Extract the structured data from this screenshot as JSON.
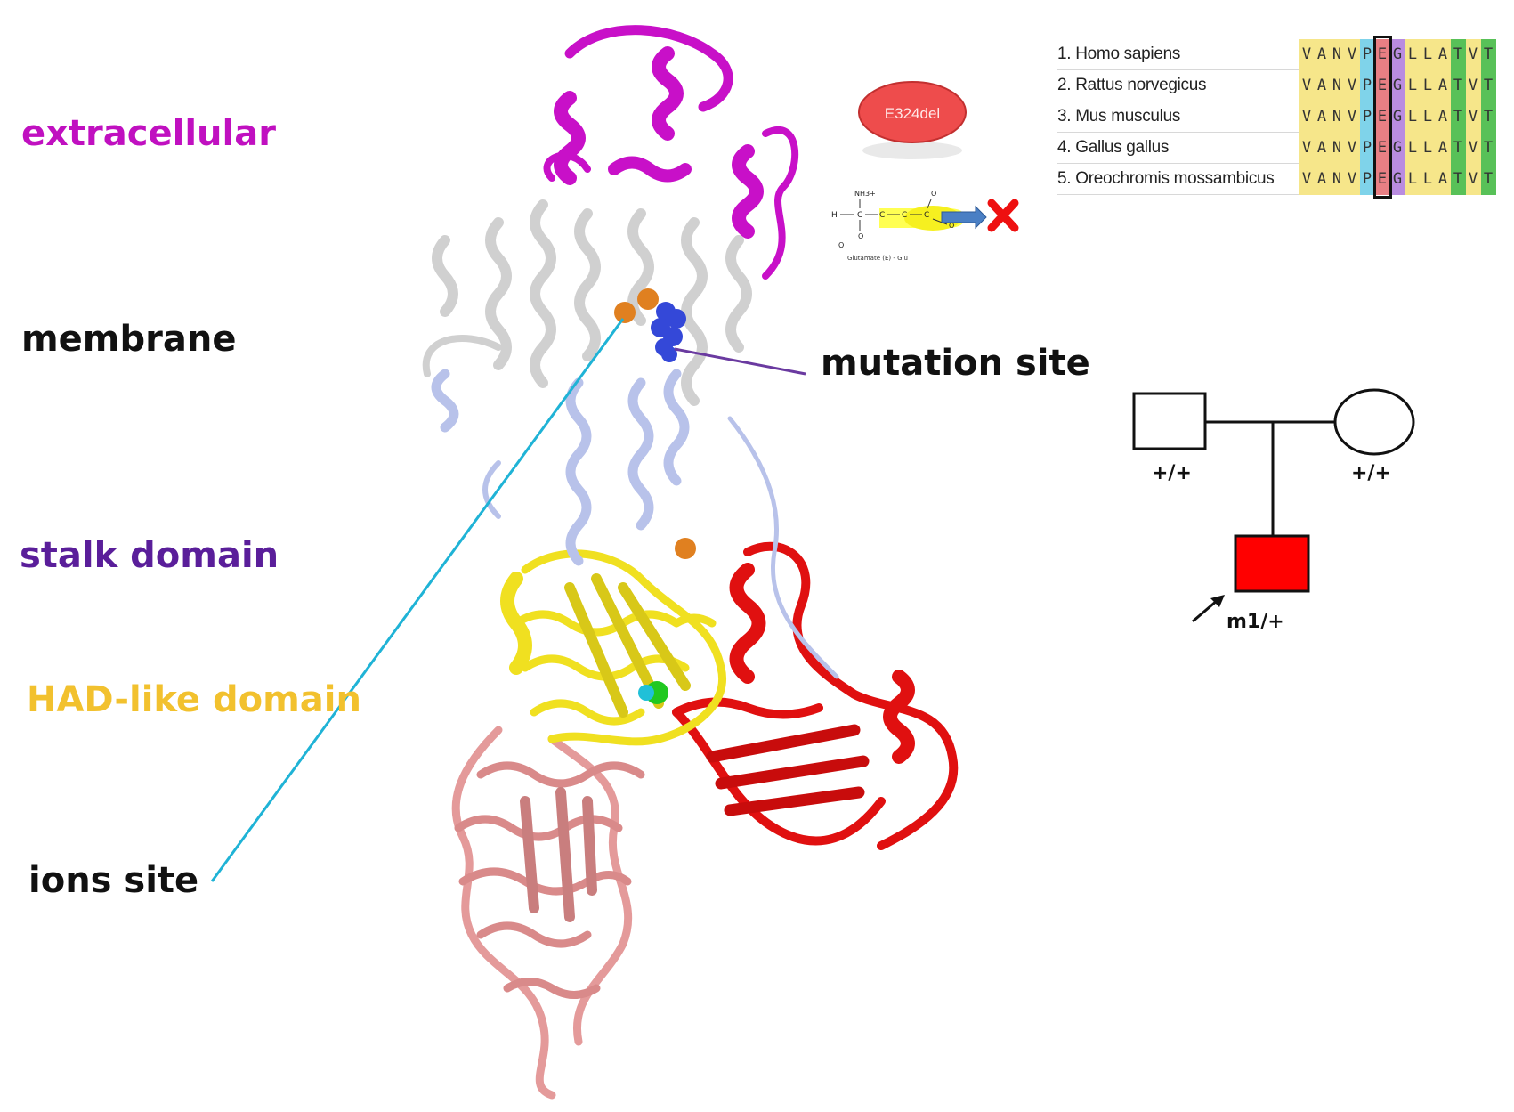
{
  "labels": {
    "extracellular": "extracellular",
    "membrane": "membrane",
    "stalk": "stalk domain",
    "had": "HAD-like domain",
    "ions": "ions site",
    "mutation": "mutation site"
  },
  "mutation_badge": "E324del",
  "chem": {
    "nh3": "NH3+",
    "h": "H",
    "c1": "C",
    "c2": "C",
    "c3": "C",
    "c4": "C",
    "o_top": "O",
    "o_right": "O",
    "o_bottom": "O",
    "o_left": "O",
    "caption": "Glutamate (E) - Glu"
  },
  "alignment": {
    "species": [
      "1. Homo sapiens",
      "2. Rattus norvegicus",
      "3. Mus musculus",
      "4. Gallus gallus",
      "5. Oreochromis mossambicus"
    ],
    "sequence": [
      "V",
      "A",
      "N",
      "V",
      "P",
      "E",
      "G",
      "L",
      "L",
      "A",
      "T",
      "V",
      "T"
    ],
    "colors": [
      "#f6e68a",
      "#f6e68a",
      "#f6e68a",
      "#f6e68a",
      "#7fd3ea",
      "#e87f84",
      "#b98ce0",
      "#f6e68a",
      "#f6e68a",
      "#f6e68a",
      "#58c158",
      "#f6e68a",
      "#58c158"
    ],
    "highlight_index": 5
  },
  "pedigree": {
    "father_genotype": "+/+",
    "mother_genotype": "+/+",
    "proband_genotype": "m1/+",
    "proband_color": "#ff0000"
  },
  "colors": {
    "extracellular": "#c010c0",
    "membrane": "#111111",
    "stalk": "#5a1e9a",
    "had": "#f2c12e",
    "ions": "#111111",
    "mutation": "#111111",
    "ions_line": "#1fb3d6",
    "mutation_line": "#6a3aa0"
  }
}
